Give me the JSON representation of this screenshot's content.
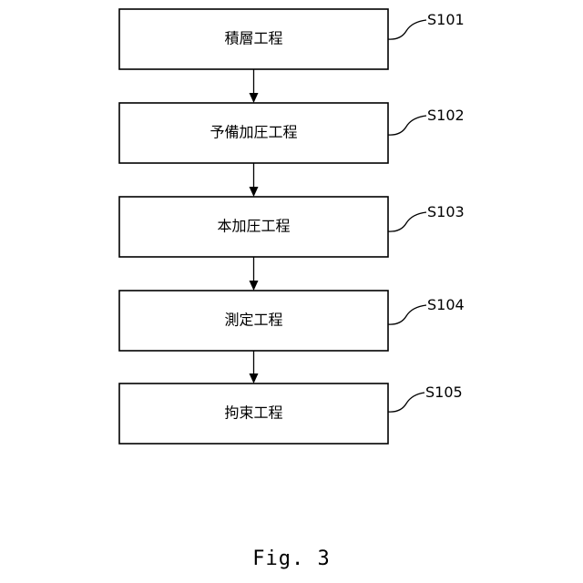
{
  "steps": [
    {
      "code": "S101",
      "label": "積層工程"
    },
    {
      "code": "S102",
      "label": "予備加圧工程"
    },
    {
      "code": "S103",
      "label": "本加圧工程"
    },
    {
      "code": "S104",
      "label": "測定工程"
    },
    {
      "code": "S105",
      "label": "拘束工程"
    }
  ],
  "caption": "Fig. 3"
}
